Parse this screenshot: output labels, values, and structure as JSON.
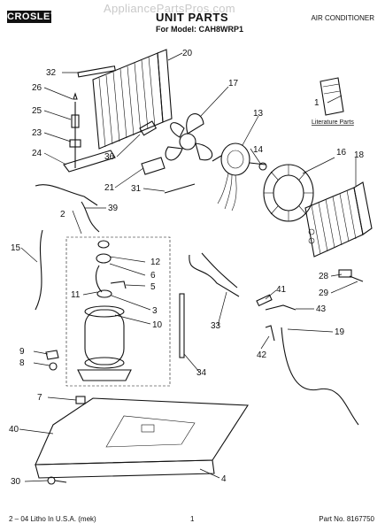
{
  "header": {
    "brand": "CROSLEY",
    "watermark": "AppliancePartsPros.com",
    "title": "UNIT PARTS",
    "model_line": "For Model: CAH8WRP1",
    "category": "AIR CONDITIONER"
  },
  "literature_label": "Literature Parts",
  "callouts": [
    "1",
    "2",
    "3",
    "4",
    "5",
    "6",
    "7",
    "8",
    "9",
    "10",
    "11",
    "12",
    "13",
    "14",
    "15",
    "16",
    "17",
    "18",
    "19",
    "20",
    "21",
    "23",
    "24",
    "25",
    "26",
    "28",
    "29",
    "30",
    "31",
    "32",
    "33",
    "34",
    "36",
    "39",
    "40",
    "41",
    "42",
    "43"
  ],
  "footer": {
    "left": "2 – 04 Litho In U.S.A. (mek)",
    "page": "1",
    "part_no": "Part No. 8167750"
  }
}
